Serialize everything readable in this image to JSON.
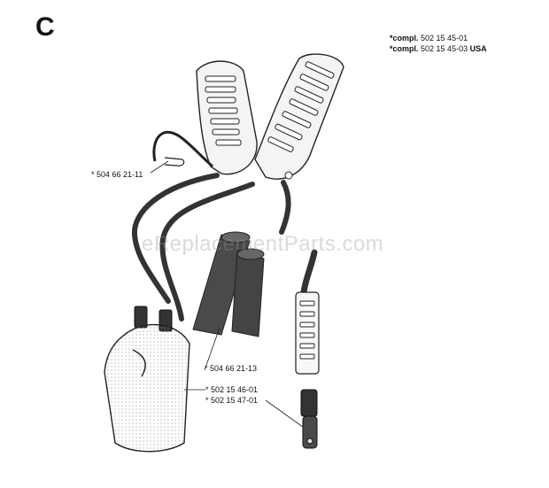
{
  "section_letter": "C",
  "assembly_notes": [
    {
      "prefix": "*compl.",
      "number": "502 15 45-01",
      "suffix": ""
    },
    {
      "prefix": "*compl.",
      "number": "502 15 45-03",
      "suffix": "USA"
    }
  ],
  "part_labels": {
    "hip_pad_clip": "* 504 66 21-11",
    "shoulder_pads": "* 504 66 21-13",
    "hip_plate": "* 502 15 46-01",
    "buckle": "* 502 15 47-01"
  },
  "watermark": "eReplacementParts.com"
}
